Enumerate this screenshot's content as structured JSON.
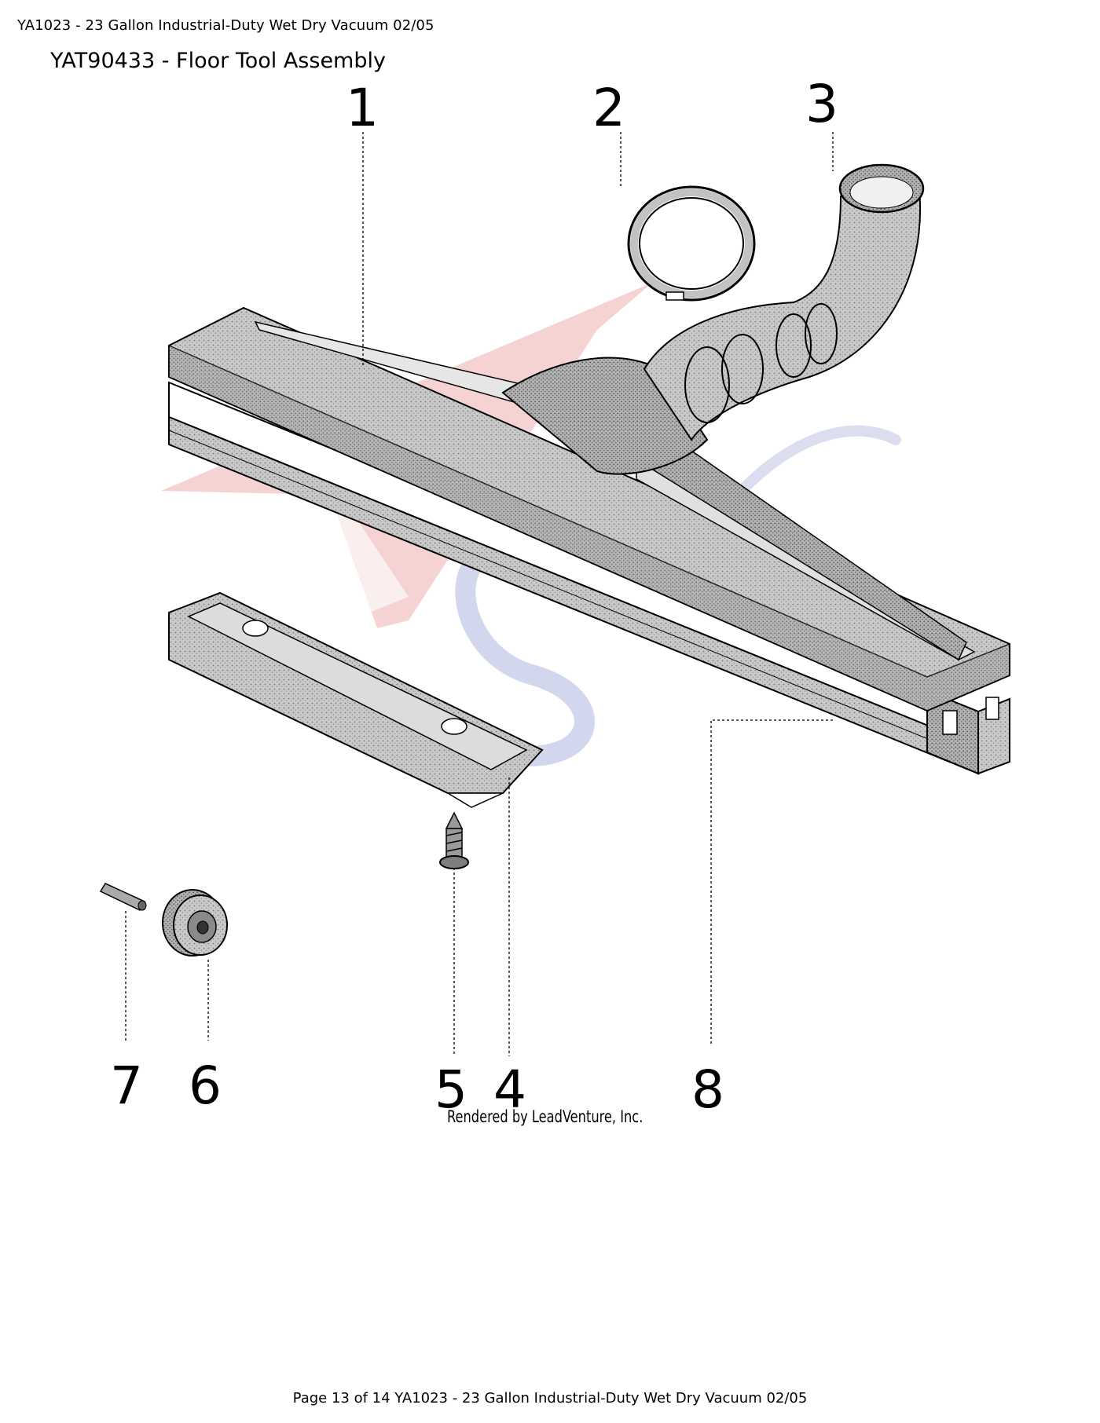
{
  "document": {
    "header": "YA1023 - 23 Gallon Industrial-Duty Wet Dry Vacuum 02/05",
    "footer": "Page 13 of 14 YA1023 - 23 Gallon Industrial-Duty Wet Dry Vacuum 02/05"
  },
  "diagram": {
    "title": "YAT90433 - Floor Tool Assembly",
    "credit": "Rendered by LeadVenture, Inc.",
    "callouts": [
      {
        "number": "1",
        "part": "floor-tool-body"
      },
      {
        "number": "2",
        "part": "hose-clamp-ring"
      },
      {
        "number": "3",
        "part": "elbow-tube"
      },
      {
        "number": "4",
        "part": "wheel-bracket"
      },
      {
        "number": "5",
        "part": "screw"
      },
      {
        "number": "6",
        "part": "wheel"
      },
      {
        "number": "7",
        "part": "axle-pin"
      },
      {
        "number": "8",
        "part": "squeegee-strip"
      }
    ]
  },
  "colors": {
    "line": "#000000",
    "part_fill": "#c4c4c4",
    "watermark_red": "#f2c6c6",
    "watermark_blue": "#cfd3ea"
  }
}
